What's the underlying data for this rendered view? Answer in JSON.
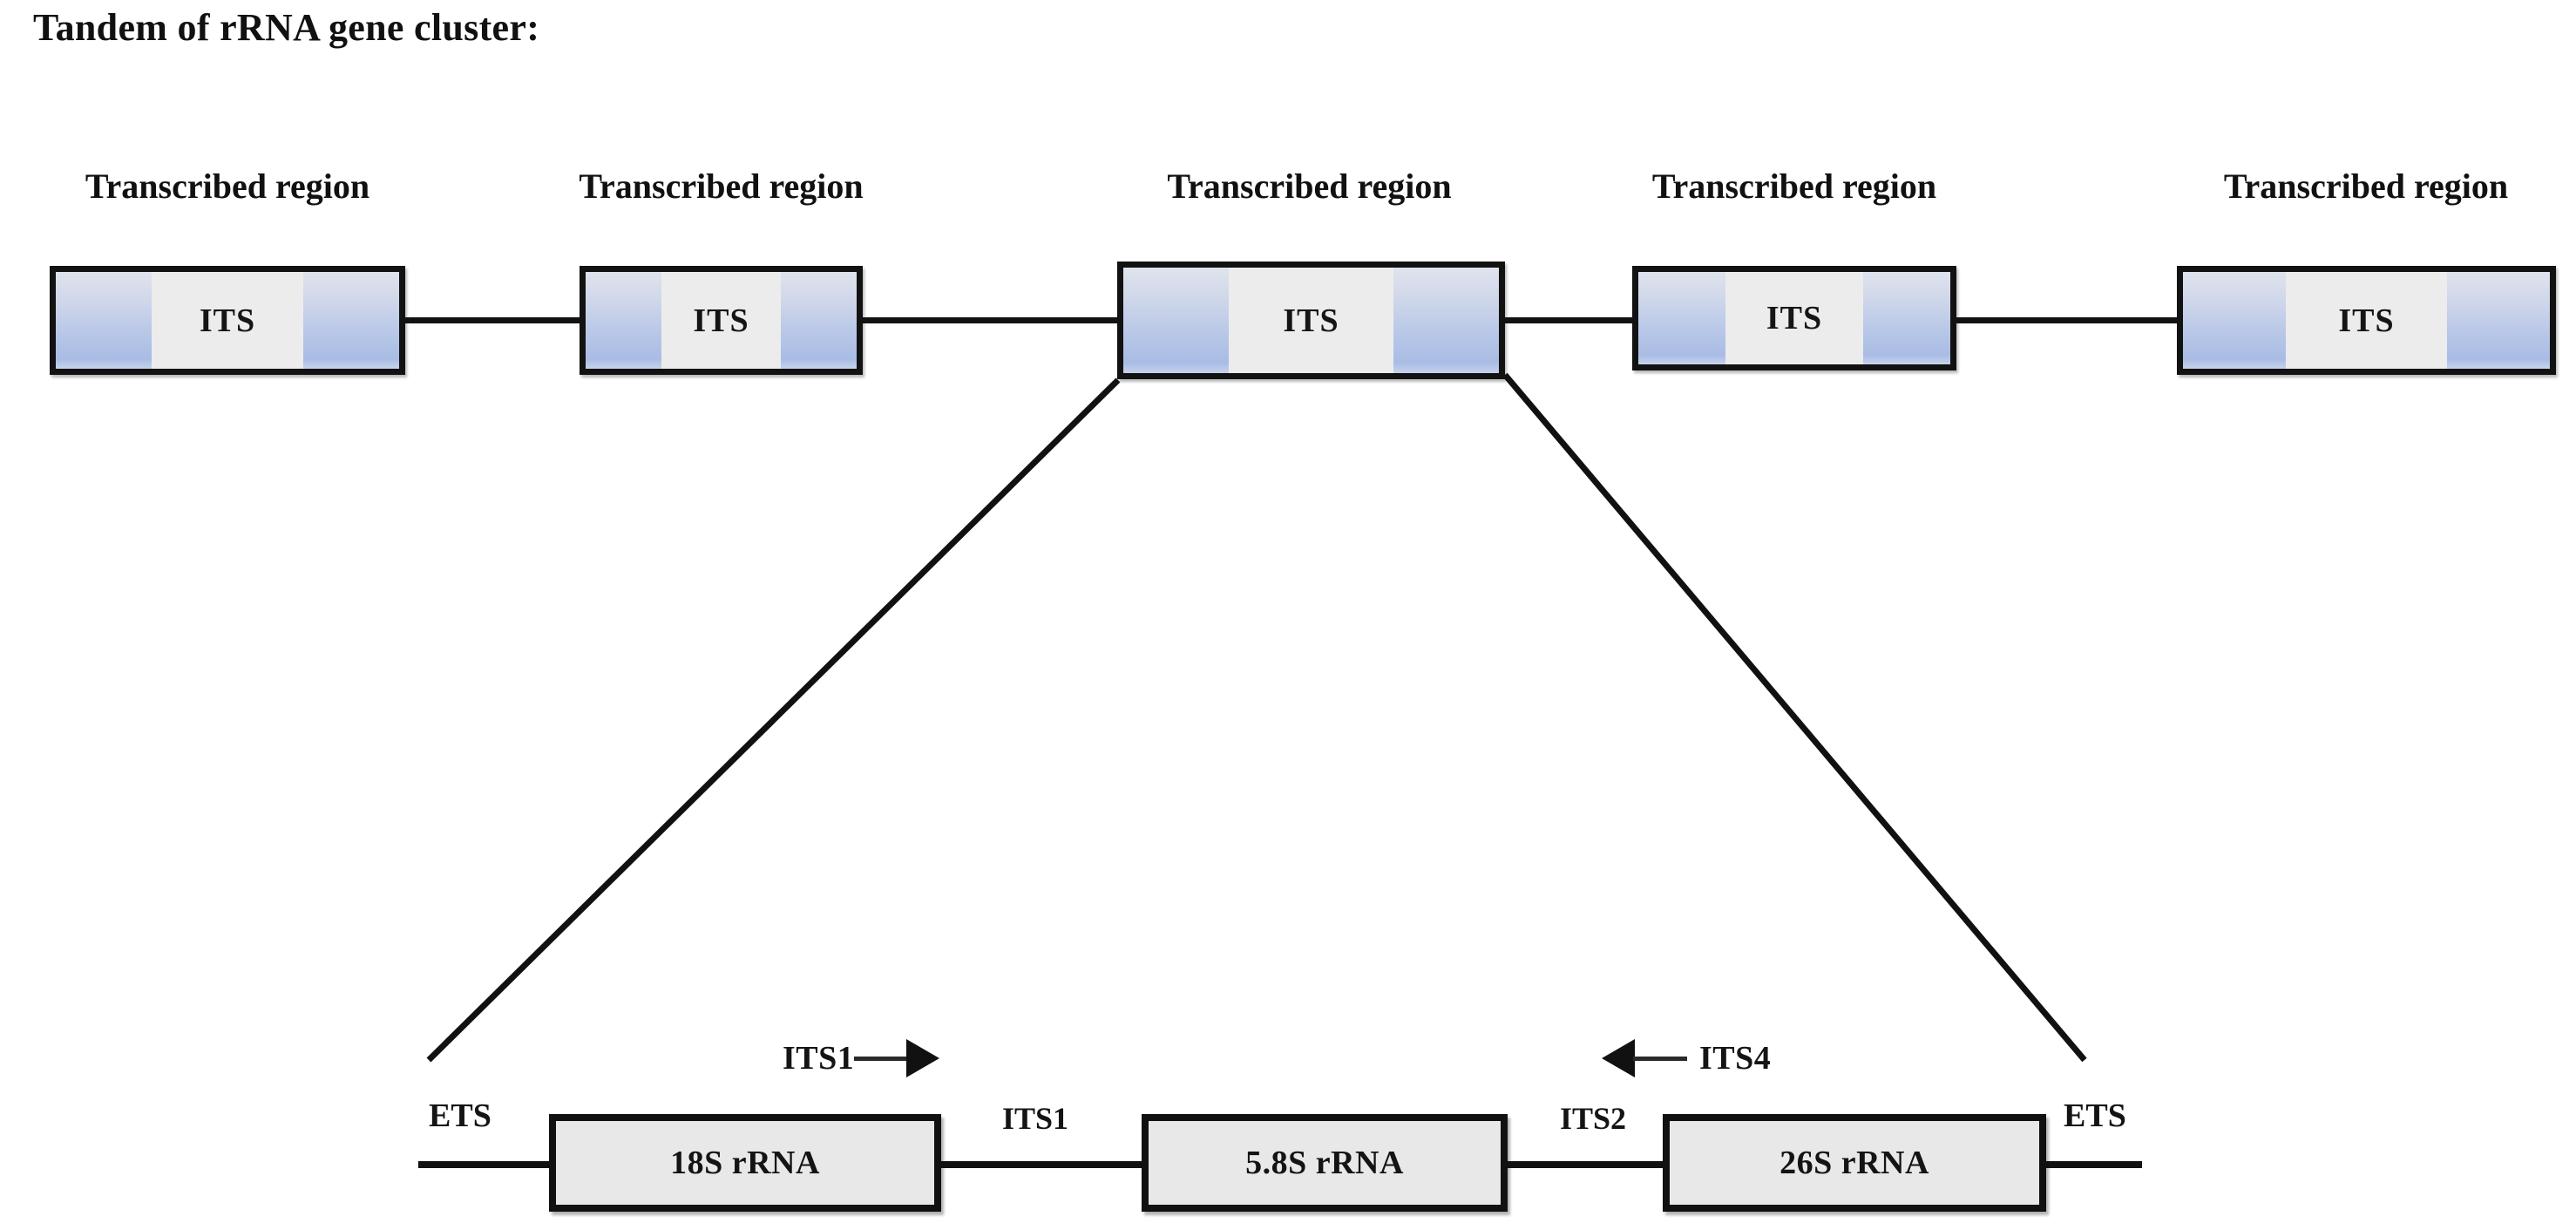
{
  "title": "Tandem of rRNA gene cluster:",
  "tandem": {
    "region_label": "Transcribed region",
    "unit_label": "ITS",
    "units": [
      {
        "label": "Transcribed region",
        "box_label": "ITS"
      },
      {
        "label": "Transcribed region",
        "box_label": "ITS"
      },
      {
        "label": "Transcribed region",
        "box_label": "ITS"
      },
      {
        "label": "Transcribed region",
        "box_label": "ITS"
      },
      {
        "label": "Transcribed region",
        "box_label": "ITS"
      }
    ]
  },
  "detail": {
    "left_ets": "ETS",
    "right_ets": "ETS",
    "genes": [
      {
        "name": "18S rRNA"
      },
      {
        "name": "5.8S rRNA"
      },
      {
        "name": "26S rRNA"
      }
    ],
    "spacers": [
      {
        "name": "ITS1"
      },
      {
        "name": "ITS2"
      }
    ],
    "primers": [
      {
        "name": "ITS1",
        "direction": "right"
      },
      {
        "name": "ITS4",
        "direction": "left"
      }
    ]
  },
  "colors": {
    "outline": "#121212",
    "gene_fill": "#e8e8e8",
    "its_center_fill": "#ececec",
    "its_flank_top": "#dfe3ed",
    "its_flank_bottom": "#a9bce4",
    "background": "#ffffff"
  }
}
